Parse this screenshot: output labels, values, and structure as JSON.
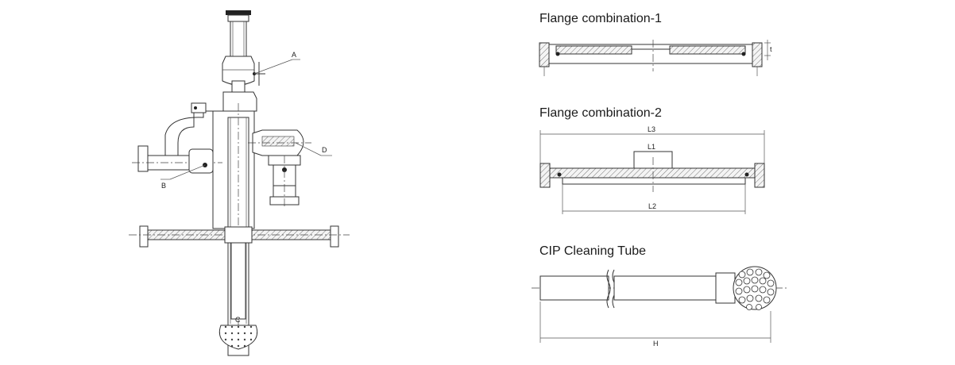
{
  "titles": {
    "flange1": "Flange combination-1",
    "flange2": "Flange combination-2",
    "cip": "CIP Cleaning Tube"
  },
  "assembly_callouts": {
    "a": "A",
    "b": "B",
    "c": "C",
    "d": "D"
  },
  "flange1_dims": {
    "t": "t"
  },
  "flange2_dims": {
    "l1": "L1",
    "l2": "L2",
    "l3": "L3"
  },
  "cip_dims": {
    "h": "H"
  }
}
